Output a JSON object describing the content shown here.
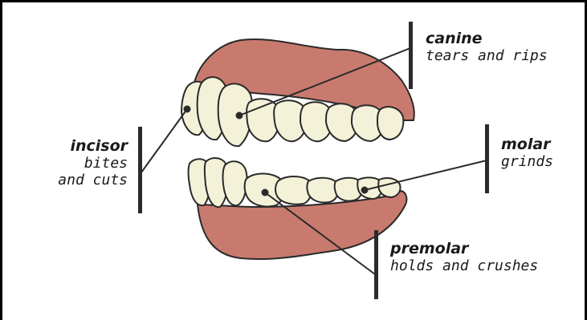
{
  "labels": {
    "canine": {
      "name": "canine",
      "desc": "tears and rips"
    },
    "incisor": {
      "name": "incisor",
      "desc_line1": "bites",
      "desc_line2": "and cuts"
    },
    "molar": {
      "name": "molar",
      "desc": "grinds"
    },
    "premolar": {
      "name": "premolar",
      "desc": "holds and crushes"
    }
  },
  "colors": {
    "gum": "#c97a6f",
    "gum_dark": "#9e5a52",
    "tooth": "#f3f1d8",
    "outline": "#2a2a2a",
    "text": "#1a1a1a"
  }
}
